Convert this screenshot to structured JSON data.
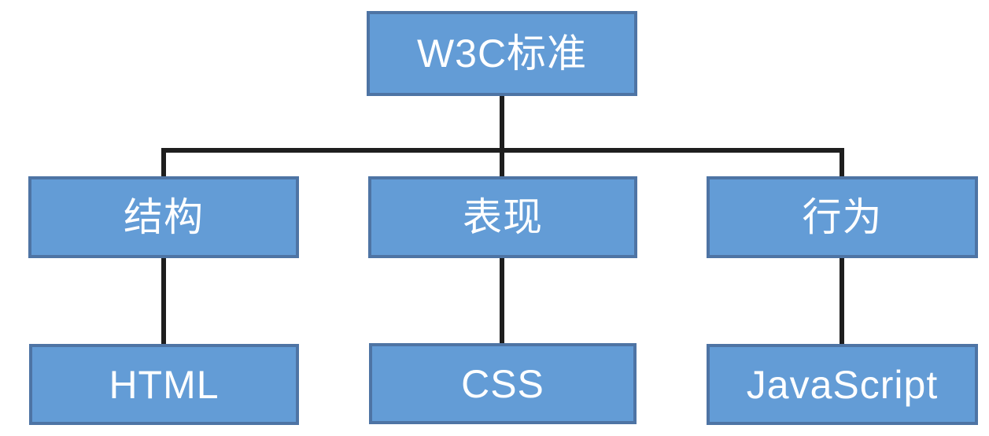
{
  "diagram": {
    "type": "tree",
    "root": {
      "label": "W3C标准"
    },
    "branches": [
      {
        "category": "结构",
        "child": "HTML"
      },
      {
        "category": "表现",
        "child": "CSS"
      },
      {
        "category": "行为",
        "child": "JavaScript"
      }
    ]
  },
  "colors": {
    "box_fill": "#639CD6",
    "box_border": "#4E74A4",
    "connector": "#1E1E1E",
    "node_text": "#FFFFFF",
    "canvas_bg": "#FFFFFF"
  }
}
